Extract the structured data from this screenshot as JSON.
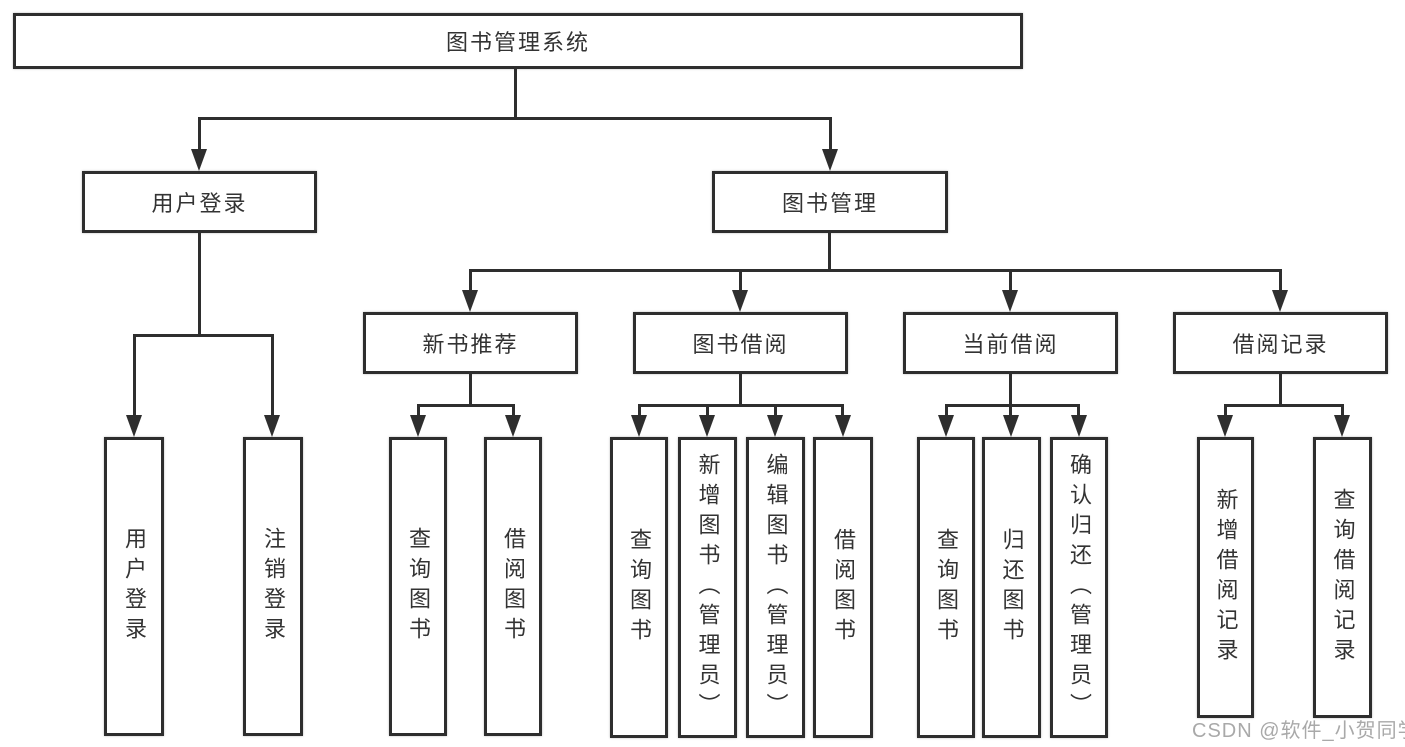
{
  "diagram": {
    "type": "hierarchy-tree",
    "colors": {
      "background": "#ffffff",
      "line": "#2e2e2e",
      "text": "#333333",
      "watermark": "#a9a9a9"
    },
    "tree": {
      "label": "图书管理系统",
      "children": [
        {
          "label": "用户登录",
          "children": [
            {
              "label": "用户登录"
            },
            {
              "label": "注销登录"
            }
          ]
        },
        {
          "label": "图书管理",
          "children": [
            {
              "label": "新书推荐",
              "children": [
                {
                  "label": "查询图书"
                },
                {
                  "label": "借阅图书"
                }
              ]
            },
            {
              "label": "图书借阅",
              "children": [
                {
                  "label": "查询图书"
                },
                {
                  "label": "新增图书（管理员）"
                },
                {
                  "label": "编辑图书（管理员）"
                },
                {
                  "label": "借阅图书"
                }
              ]
            },
            {
              "label": "当前借阅",
              "children": [
                {
                  "label": "查询图书"
                },
                {
                  "label": "归还图书"
                },
                {
                  "label": "确认归还（管理员）"
                }
              ]
            },
            {
              "label": "借阅记录",
              "children": [
                {
                  "label": "新增借阅记录"
                },
                {
                  "label": "查询借阅记录"
                }
              ]
            }
          ]
        }
      ]
    },
    "watermark": {
      "text": "CSDN @软件_小贺同学"
    }
  }
}
